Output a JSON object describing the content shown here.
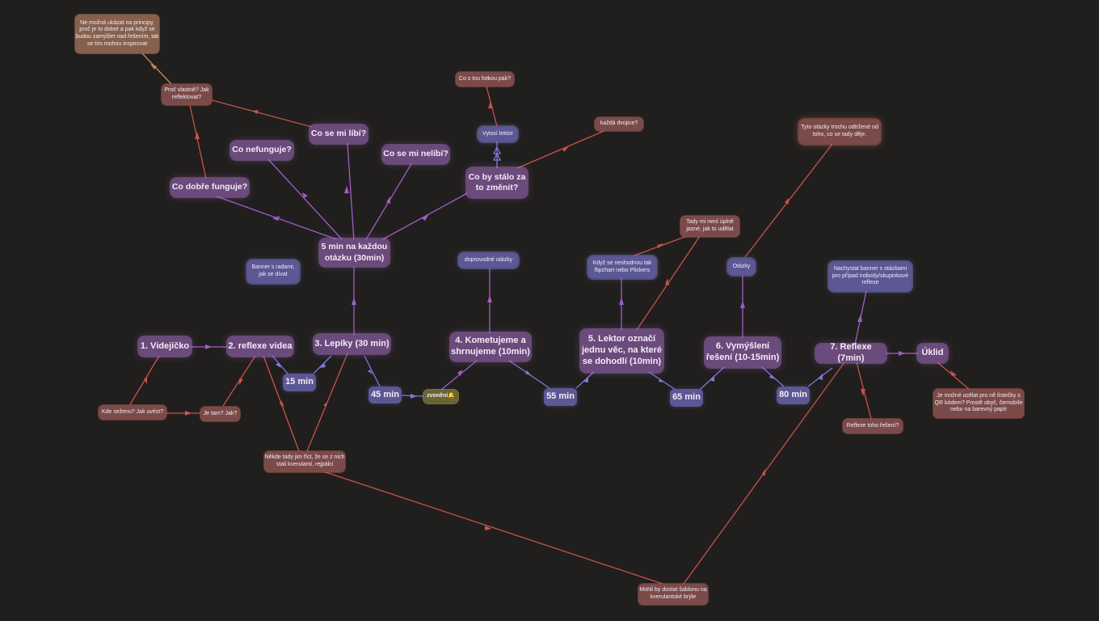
{
  "colors": {
    "background": "#201f1d",
    "purple_edge": "#a35bc9",
    "blue_edge": "#7f78d9",
    "red_edge": "#c9524a",
    "tan_edge": "#c48a58"
  },
  "nodes": {
    "videjicko": "1. Videjíčko",
    "reflexe_videa": "2. reflexe videa",
    "lepiky": "3. Lepíky (30 min)",
    "kometujeme": "4. Kometujeme a shrnujeme (10min)",
    "lektor_oznaci": "5. Lektor označí jednu věc, na které se dohodlí (10min)",
    "vymysleni": "6. Vymýšlení řešení (10-15min)",
    "reflexe": "7. Reflexe (7min)",
    "uklid": "Úklid",
    "pet_min": "5 min na každou otázku (30min)",
    "co_dobre": "Co dobře funguje?",
    "co_nefunguje": "Co nefunguje?",
    "co_libi": "Co se mi líbí?",
    "co_nelibi": "Co se mi nelíbí?",
    "co_zmenit": "Co by stálo za to změnit?",
    "t15": "15 min",
    "t45": "45 min",
    "t55": "55 min",
    "t65": "65 min",
    "t80": "80 min",
    "zvoneni": "zvonění🔔",
    "banner_radami": "Banner s radami, jak se dívat",
    "doprovodne": "doprovodné otázky",
    "neshodnou": "Když se neshodnou tak flipchart nebo Plickers",
    "otazky": "Otázky",
    "nachystat": "Nachystat banner s otázkami pro případ individy/skupinkové reflexe",
    "vylosi": "Vylosí lektor",
    "kde_sezenu": "Kde seženu? Jak uvést?",
    "je_tam": "Je tam? Jak?",
    "nekde_tady": "Někde tady jim říct, že se z nich stali kverulanti, rejpálci",
    "mohli_by": "Mohli by dostat šablonu na kverulantské brýle",
    "proc_vlastne": "Proč vlastně? Jak reflektovat?",
    "ne_mozna": "Ne možná ukázat na principy, proč je to dobré a pak když se budou zamýšlet nad řešením, tak se tím mohou inspirovat",
    "co_s_fotkou": "Co s tou fotkou pak?",
    "kazda_dvojice": "každá dvojice?",
    "tady_mi": "Tady mi není úplně jasné, jak to udělat",
    "tyto_otazky": "Tyto otázky trochu odtržené od toho, co se tady děje.",
    "reflexe_toho": "Reflexe toho řešení?",
    "je_mozne": "Je možné ucělat pro ně lístečky s QR kódem? Prostě obyč, černobíle nebo na barevný papír"
  }
}
